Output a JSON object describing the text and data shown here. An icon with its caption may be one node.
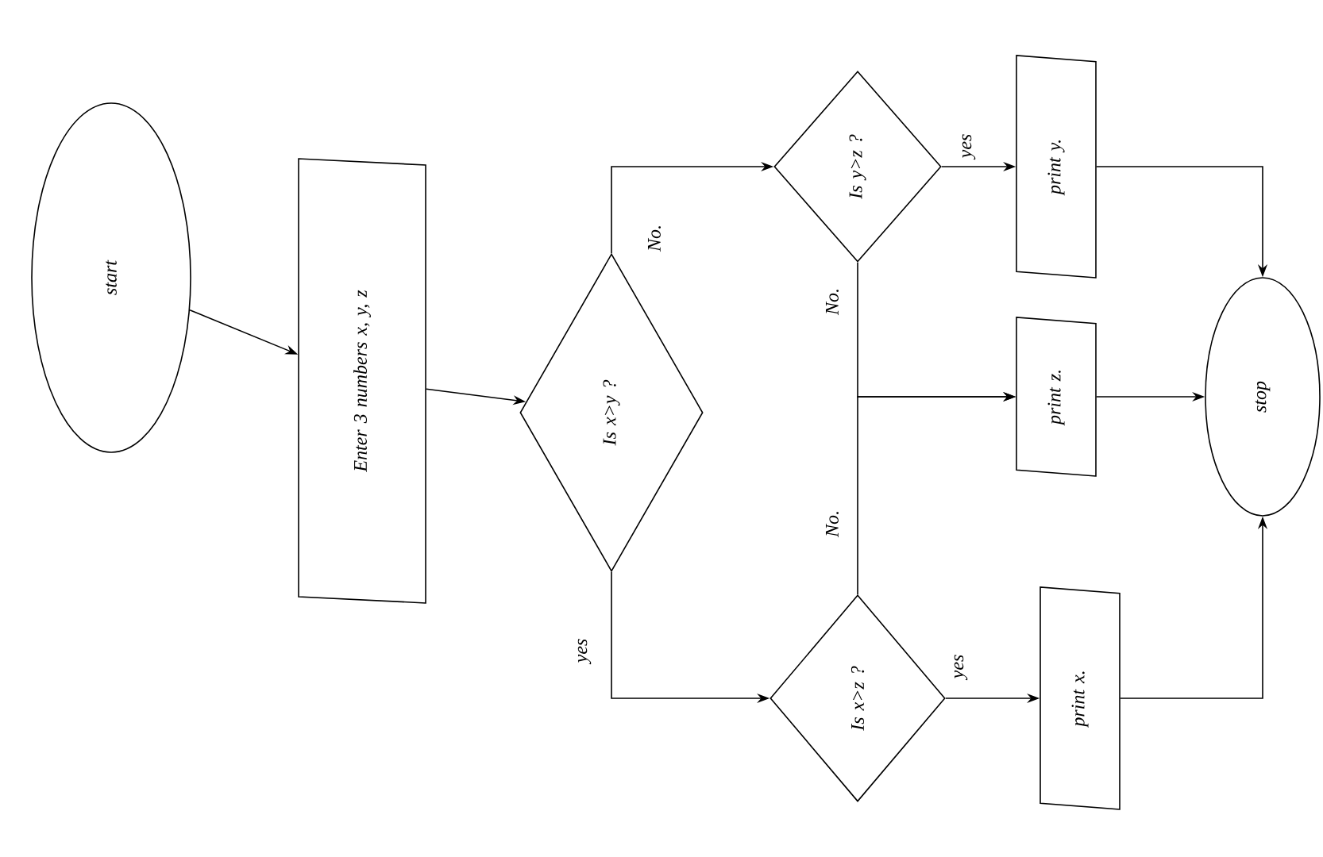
{
  "diagram": {
    "nodes": [
      {
        "text": [
          "start"
        ]
      },
      {
        "text": [
          "Enter 3 numbers x, y, z"
        ]
      },
      {
        "text": [
          "Is x>y ?"
        ]
      },
      {
        "text": [
          "Is y>z ?"
        ]
      },
      {
        "text": [
          "Is x>z ?"
        ]
      },
      {
        "text": [
          "print y."
        ]
      },
      {
        "text": [
          "print z."
        ]
      },
      {
        "text": [
          "print x."
        ]
      },
      {
        "text": [
          "stop"
        ]
      }
    ],
    "edges": [
      {
        "from": 0,
        "to": 1,
        "arrow": "to"
      },
      {
        "from": 1,
        "to": 2,
        "arrow": "to"
      },
      {
        "from": 2,
        "to": 3,
        "arrow": "to",
        "label": "No."
      },
      {
        "from": 2,
        "to": 4,
        "arrow": "to",
        "label": "yes"
      },
      {
        "from": 3,
        "to": 5,
        "arrow": "to",
        "label": "yes"
      },
      {
        "from": 3,
        "to": 6,
        "arrow": "to",
        "label": "No."
      },
      {
        "from": 4,
        "to": 6,
        "arrow": "to",
        "label": "No."
      },
      {
        "from": 4,
        "to": 7,
        "arrow": "to",
        "label": "yes"
      },
      {
        "from": 5,
        "to": 8,
        "arrow": "to"
      },
      {
        "from": 6,
        "to": 8,
        "arrow": "to"
      },
      {
        "from": 7,
        "to": 8,
        "arrow": "to"
      }
    ]
  }
}
